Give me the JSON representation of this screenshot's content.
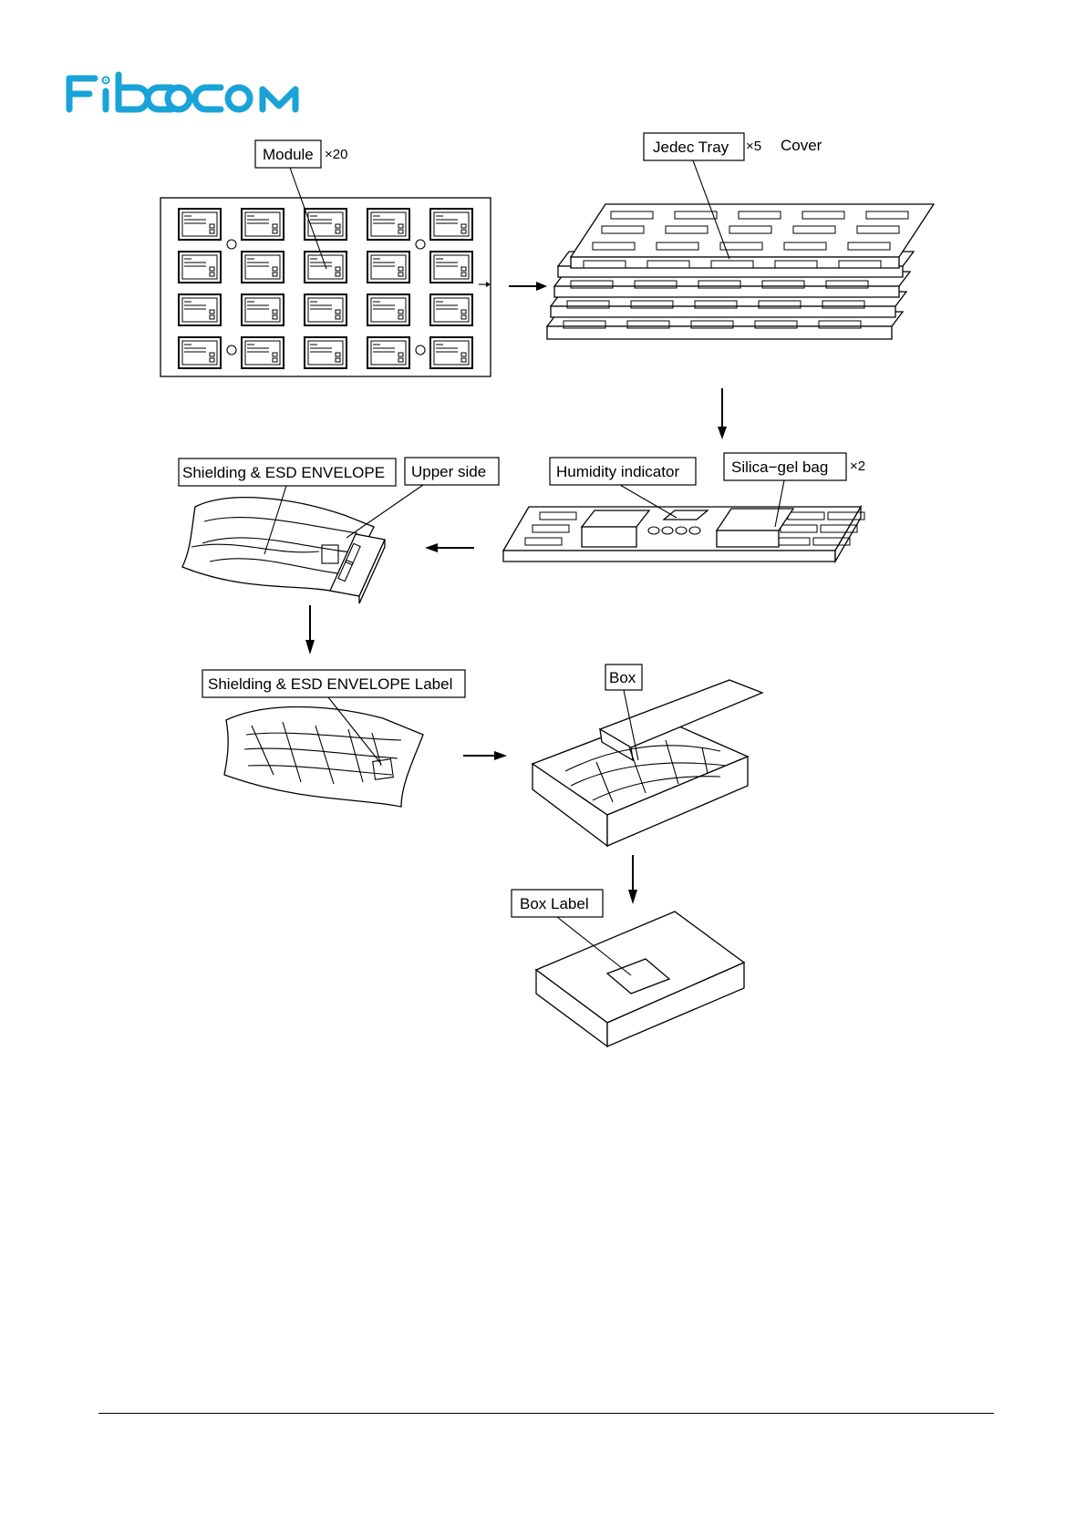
{
  "header": {
    "logo_text": "FIBOCOM",
    "brand_color": "#1aa3d9"
  },
  "diagram": {
    "steps": {
      "module_tray": {
        "label": "Module",
        "multiplier": "×20"
      },
      "jedec_stack": {
        "label": "Jedec Tray",
        "multiplier": "×5",
        "extra": "Cover"
      },
      "tray_with_desiccant": {
        "humidity_label": "Humidity indicator",
        "silica_label": "Silica−gel bag",
        "silica_multiplier": "×2"
      },
      "envelope": {
        "label": "Shielding & ESD ENVELOPE",
        "upper_side_label": "Upper side"
      },
      "envelope_label": {
        "label": "Shielding & ESD ENVELOPE Label"
      },
      "box": {
        "label": "Box"
      },
      "box_label": {
        "label": "Box Label"
      }
    },
    "flow_icons": [
      "arrow-right-icon",
      "arrow-down-icon",
      "arrow-left-icon",
      "arrow-down-icon",
      "arrow-right-icon",
      "arrow-down-icon"
    ]
  }
}
